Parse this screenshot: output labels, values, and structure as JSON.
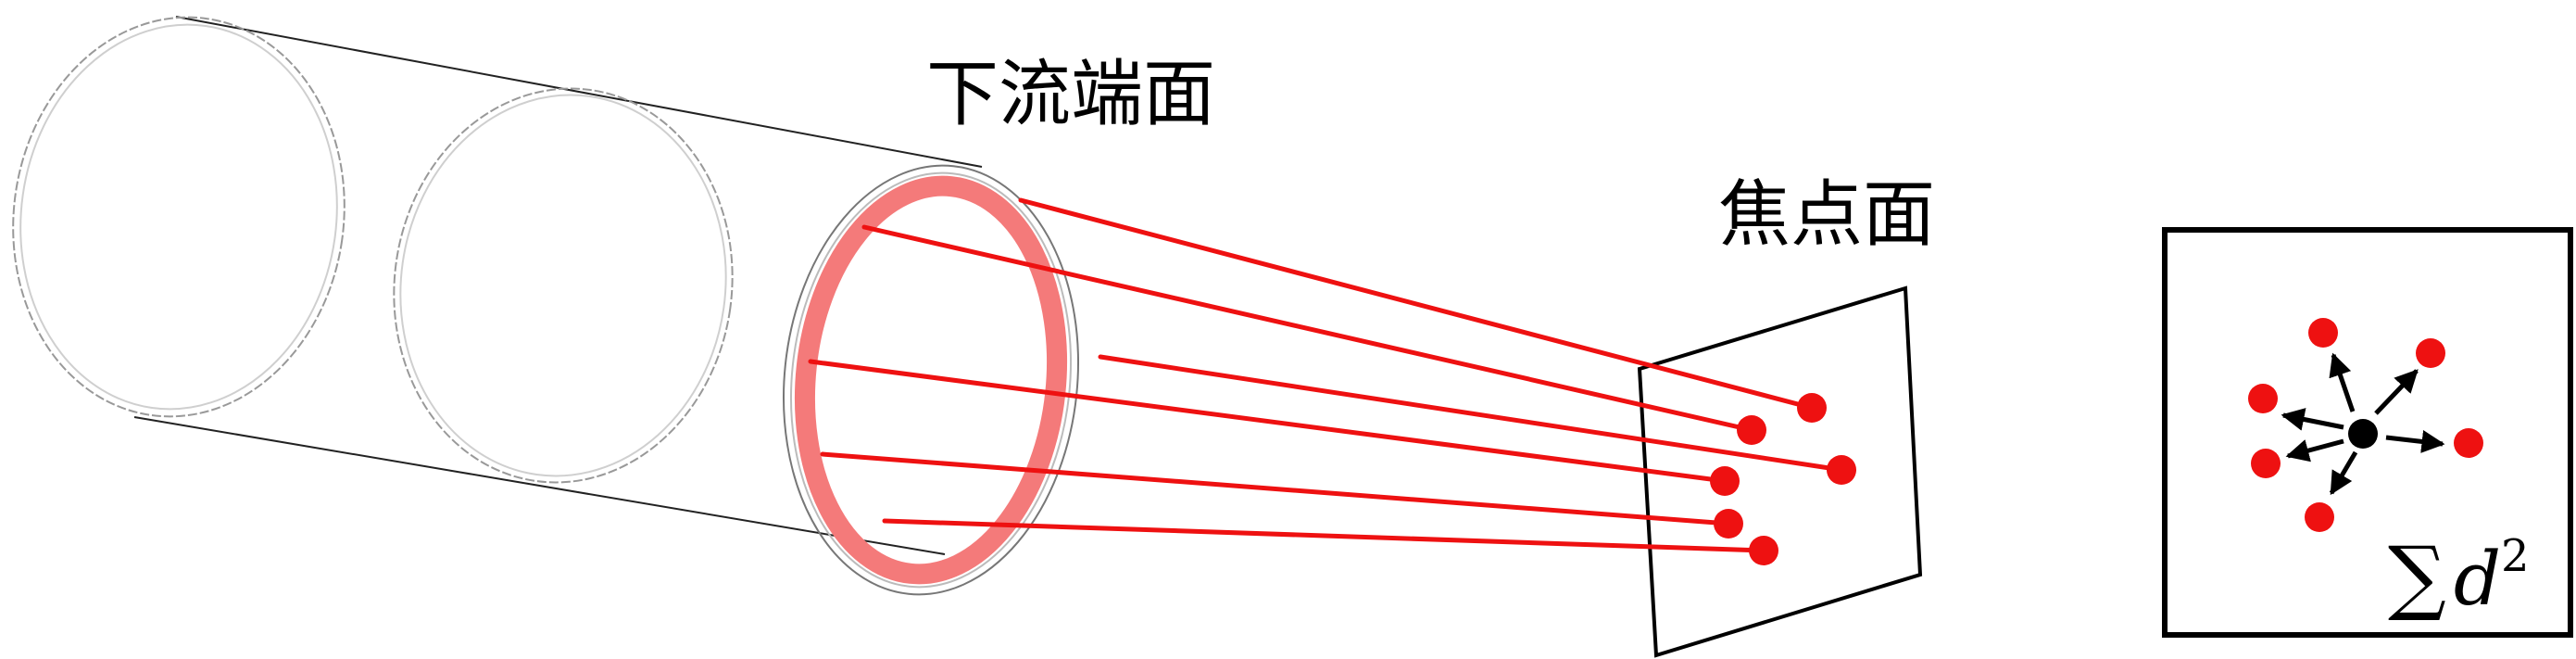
{
  "labels": {
    "downstream_face": "下流端面",
    "focal_plane": "焦点面"
  },
  "inset": {
    "sum_symbol": "∑",
    "variable": "d",
    "exponent": "2"
  },
  "colors": {
    "ray": "#ee1111",
    "ring_fill": "#f47a7a",
    "point": "#ee1111",
    "centroid": "#000000",
    "outline": "#000000",
    "faint_outline": "#bbbbbb"
  },
  "counts": {
    "rays": 6,
    "inset_points": 6
  }
}
